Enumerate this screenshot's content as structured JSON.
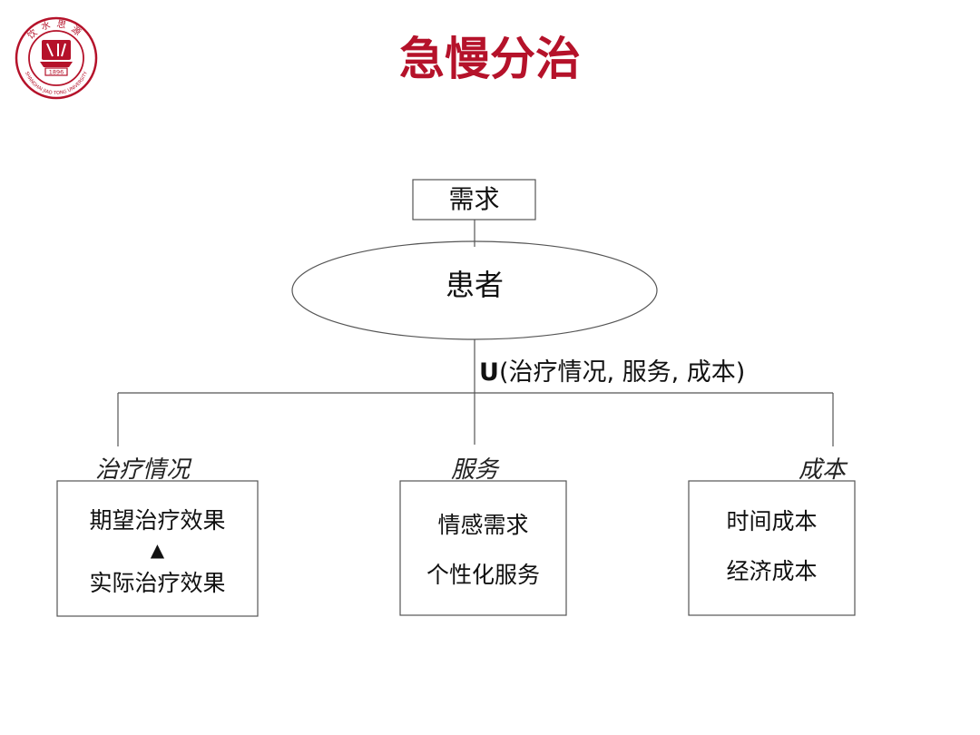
{
  "logo": {
    "ring_text_top": "饮水思源",
    "ring_text_bottom": "SHANGHAI JIAO TONG UNIVERSITY",
    "year": "1896",
    "color": "#b5122a"
  },
  "title": "急慢分治",
  "colors": {
    "title": "#b5122a",
    "lines": "#555555"
  },
  "diagram": {
    "top_box": "需求",
    "center_ellipse": "患者",
    "utility_function": {
      "prefix": "U",
      "args": "(治疗情况, 服务, 成本)"
    },
    "branches": [
      {
        "category": "治疗情况",
        "lines": [
          "期望治疗效果",
          "实际治疗效果"
        ],
        "arrow": "up-arrow"
      },
      {
        "category": "服务",
        "lines": [
          "情感需求",
          "个性化服务"
        ]
      },
      {
        "category": "成本",
        "lines": [
          "时间成本",
          "经济成本"
        ]
      }
    ]
  }
}
